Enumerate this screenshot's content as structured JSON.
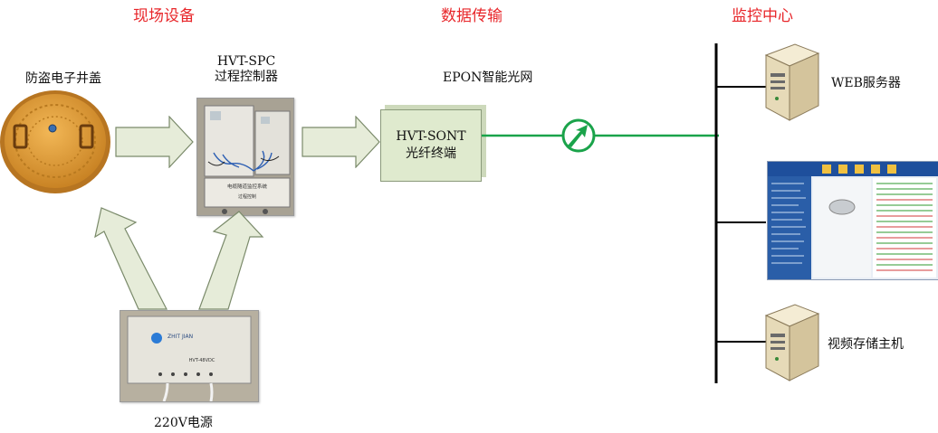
{
  "headers": {
    "field": "现场设备",
    "transport": "数据传输",
    "center": "监控中心"
  },
  "labels": {
    "manhole": "防盗电子井盖",
    "controller_model": "HVT-SPC",
    "controller_name": "过程控制器",
    "network": "EPON智能光网",
    "ont_model": "HVT-SONT",
    "ont_name": "光纤终端",
    "web_server": "WEB服务器",
    "video_host": "视频存储主机",
    "power": "220V电源"
  },
  "photo_text": {
    "controller_panel": "电缆隧道监控系统",
    "controller_panel_sub": "过程控制",
    "power_brand": "ZHIT JIAN",
    "power_model": "HVT-48VDC"
  },
  "colors": {
    "header_red": "#e8262a",
    "fiber_green": "#1aa34a",
    "arrow_fill": "#e6ecd9",
    "arrow_stroke": "#7a8a6a"
  },
  "icons": {
    "link": "fiber-link-icon",
    "server": "server-icon"
  }
}
